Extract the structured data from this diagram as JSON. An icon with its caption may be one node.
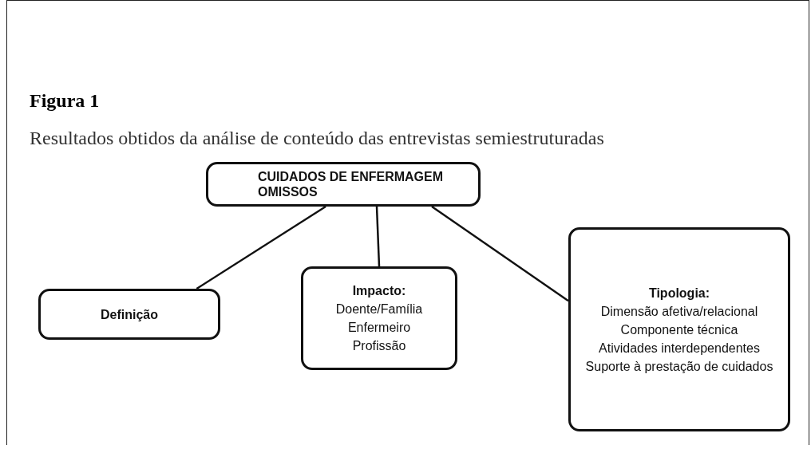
{
  "diagram": {
    "title": "Figura 1",
    "caption": "Resultados obtidos da análise de conteúdo das entrevistas semiestruturadas",
    "nodes": [
      {
        "text": [
          "CUIDADOS DE ENFERMAGEM OMISSOS"
        ]
      },
      {
        "text": [
          "Definição"
        ]
      },
      {
        "text": [
          "Impacto:",
          "Doente/Família",
          "Enfermeiro",
          "Profissão"
        ]
      },
      {
        "text": [
          "Tipologia:",
          "Dimensão afetiva/relacional",
          "Componente técnica",
          "Atividades interdependentes",
          "Suporte à prestação de cuidados"
        ]
      }
    ],
    "edges": [
      {
        "from": 0,
        "to": 1,
        "arrow": "none"
      },
      {
        "from": 0,
        "to": 2,
        "arrow": "none"
      },
      {
        "from": 0,
        "to": 3,
        "arrow": "none"
      }
    ]
  }
}
